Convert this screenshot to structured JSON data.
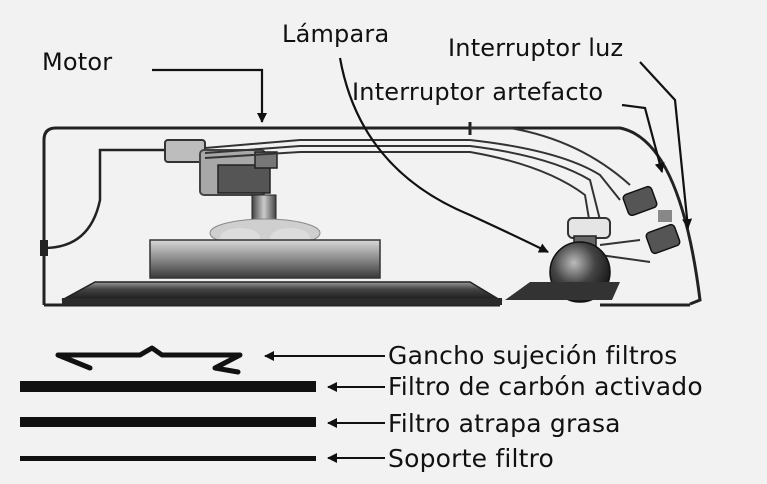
{
  "labels": {
    "motor": "Motor",
    "lampara": "Lámpara",
    "interruptor_luz": "Interruptor luz",
    "interruptor_artefacto": "Interruptor artefacto",
    "gancho": "Gancho sujeción filtros",
    "filtro_carbon": "Filtro de carbón activado",
    "filtro_grasa": "Filtro atrapa grasa",
    "soporte": "Soporte filtro"
  },
  "colors": {
    "background": "#f2f2f2",
    "ink": "#111111"
  },
  "icons": [
    "arrow-icon"
  ]
}
